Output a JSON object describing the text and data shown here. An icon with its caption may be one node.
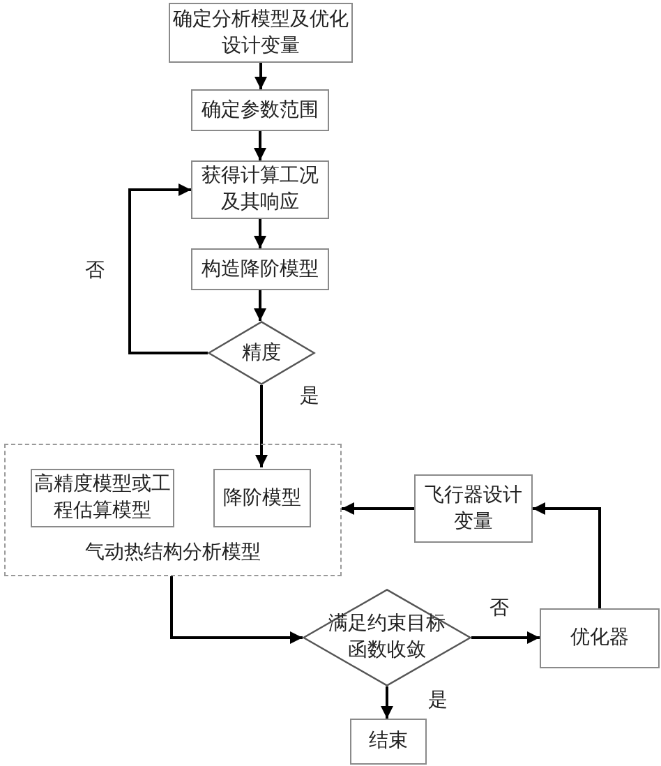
{
  "diagram": {
    "nodes": [
      {
        "text": [
          "确定分析模型及优化设计变量"
        ]
      },
      {
        "text": [
          "确定参数范围"
        ]
      },
      {
        "text": [
          "获得计算工况及其响应"
        ]
      },
      {
        "text": [
          "构造降阶模型"
        ]
      },
      {
        "text": [
          "精度"
        ]
      },
      {
        "text": [
          "气动热结构分析模型"
        ]
      },
      {
        "text": [
          "高精度模型或工程估算模型"
        ],
        "in": 5
      },
      {
        "text": [
          "降阶模型"
        ],
        "in": 5
      },
      {
        "text": [
          "飞行器设计变量"
        ]
      },
      {
        "text": [
          "满足约束目标函数收敛"
        ]
      },
      {
        "text": [
          "优化器"
        ]
      },
      {
        "text": [
          "结束"
        ]
      }
    ],
    "edges": [
      {
        "from": 0,
        "to": 1,
        "arrow": "to"
      },
      {
        "from": 1,
        "to": 2,
        "arrow": "to"
      },
      {
        "from": 2,
        "to": 3,
        "arrow": "to"
      },
      {
        "from": 3,
        "to": 4,
        "arrow": "to"
      },
      {
        "from": 4,
        "to": 2,
        "arrow": "to",
        "label": "否"
      },
      {
        "from": 4,
        "to": 7,
        "arrow": "to",
        "label": "是"
      },
      {
        "from": 5,
        "to": 9,
        "arrow": "to"
      },
      {
        "from": 9,
        "to": 10,
        "arrow": "to",
        "label": "否"
      },
      {
        "from": 10,
        "to": 8,
        "arrow": "to"
      },
      {
        "from": 8,
        "to": 5,
        "arrow": "to"
      },
      {
        "from": 9,
        "to": 11,
        "arrow": "to",
        "label": "是"
      }
    ]
  }
}
